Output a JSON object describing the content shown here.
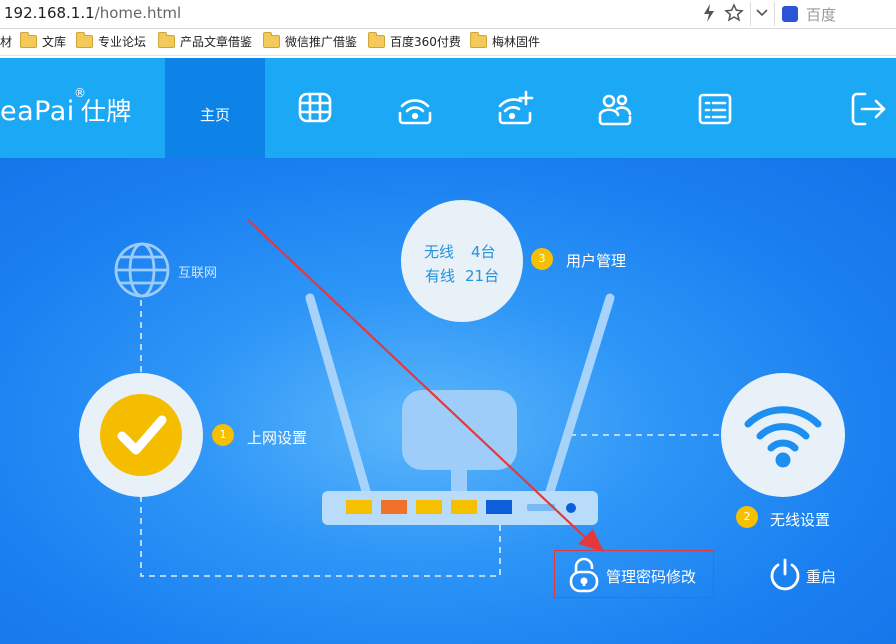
{
  "browser": {
    "url_host": "192.168.1.1",
    "url_path": "/home.html",
    "search_engine_label": "百度",
    "bookmarks": [
      {
        "label": "材"
      },
      {
        "label": "文库"
      },
      {
        "label": "专业论坛"
      },
      {
        "label": "产品文章借鉴"
      },
      {
        "label": "微信推广借鉴"
      },
      {
        "label": "百度360付费"
      },
      {
        "label": "梅林固件"
      }
    ]
  },
  "header": {
    "brand_text": "eaPai",
    "brand_cn": "仕牌",
    "brand_reg": "®",
    "home_tab": "主页",
    "nav_icons": [
      "network-grid-icon",
      "wifi-router-icon",
      "wifi-add-icon",
      "users-icon",
      "list-settings-icon",
      "logout-icon"
    ]
  },
  "main": {
    "internet_label": "互联网",
    "device_counts": {
      "wireless_label": "无线",
      "wireless_count": "4台",
      "wired_label": "有线",
      "wired_count": "21台"
    },
    "steps": [
      {
        "number": "1",
        "label": "上网设置"
      },
      {
        "number": "2",
        "label": "无线设置"
      },
      {
        "number": "3",
        "label": "用户管理"
      }
    ],
    "admin_password_label": "管理密码修改",
    "restart_label": "重启"
  },
  "colors": {
    "header_bg": "#1ba8f5",
    "active_tab": "#0d83e8",
    "badge": "#f6c000",
    "annotation_red": "#e4393c"
  }
}
